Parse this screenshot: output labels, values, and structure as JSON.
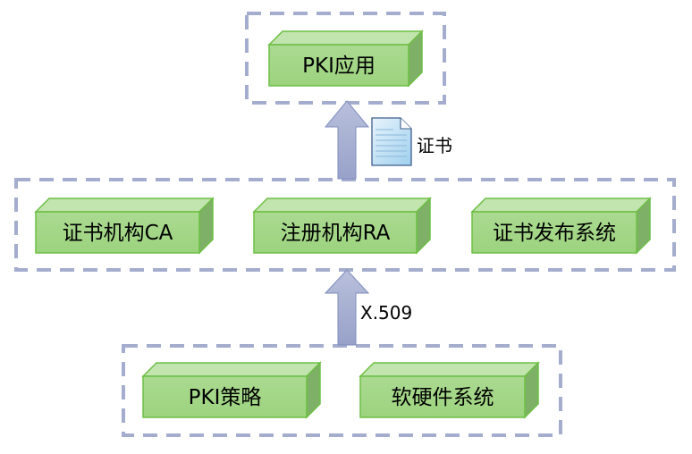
{
  "diagram": {
    "layers": [
      {
        "id": "application-layer",
        "blocks": [
          "PKI应用"
        ]
      },
      {
        "id": "service-layer",
        "blocks": [
          "证书机构CA",
          "注册机构RA",
          "证书发布系统"
        ]
      },
      {
        "id": "foundation-layer",
        "blocks": [
          "PKI策略",
          "软硬件系统"
        ]
      }
    ],
    "edges": [
      {
        "from": "service-layer",
        "to": "application-layer",
        "label": "证书",
        "icon": "document-icon"
      },
      {
        "from": "foundation-layer",
        "to": "service-layer",
        "label": "X.509"
      }
    ],
    "colors": {
      "frame_dash": "#A5ADCE",
      "block_front": "#A6D98A",
      "block_top": "#C2E4AE",
      "block_side": "#7FB067",
      "block_border": "#6DBF45",
      "arrow_fill": "#A5ADCE",
      "arrow_stroke": "#7F8DBE"
    }
  }
}
